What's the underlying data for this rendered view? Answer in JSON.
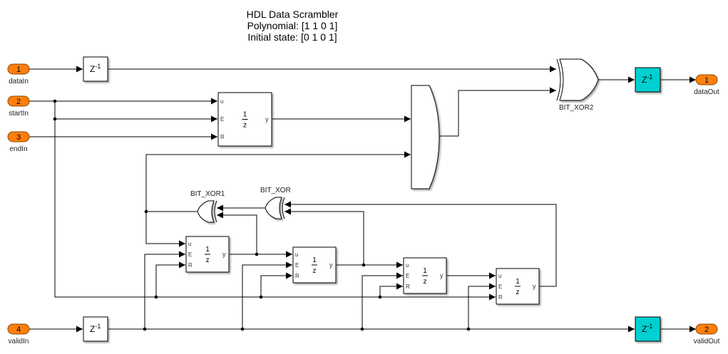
{
  "annotation": {
    "title": "HDL Data Scrambler",
    "polynomial": "Polynomial: [1 1 0 1]",
    "initial_state": "Initial state: [0 1 0 1]"
  },
  "colors": {
    "port_fill": "#ff7f0e",
    "port_stroke": "#8a4a00",
    "delay_highlight": "#00d0d0",
    "wire": "#000000"
  },
  "inports": [
    {
      "number": "1",
      "label": "dataIn"
    },
    {
      "number": "2",
      "label": "startIn"
    },
    {
      "number": "3",
      "label": "endIn"
    },
    {
      "number": "4",
      "label": "validIn"
    }
  ],
  "outports": [
    {
      "number": "1",
      "label": "dataOut"
    },
    {
      "number": "2",
      "label": "validOut"
    }
  ],
  "delay_blocks": {
    "text_base": "Z",
    "text_exp": "-1"
  },
  "enabled_delay": {
    "numerator": "1",
    "denominator": "z",
    "port_u": "u",
    "port_e": "E",
    "port_r": "R",
    "port_y": "y"
  },
  "xor_gates": [
    {
      "label": "BIT_XOR2"
    },
    {
      "label": "BIT_XOR1"
    },
    {
      "label": "BIT_XOR"
    }
  ]
}
